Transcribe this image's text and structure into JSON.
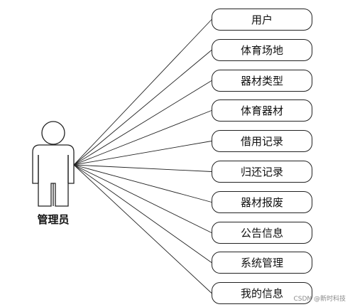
{
  "actor": {
    "label": "管理员"
  },
  "use_cases": [
    {
      "label": "用户"
    },
    {
      "label": "体育场地"
    },
    {
      "label": "器材类型"
    },
    {
      "label": "体育器材"
    },
    {
      "label": "借用记录"
    },
    {
      "label": "归还记录"
    },
    {
      "label": "器材报废"
    },
    {
      "label": "公告信息"
    },
    {
      "label": "系统管理"
    },
    {
      "label": "我的信息"
    }
  ],
  "watermark": "CSDN @新时科技",
  "colors": {
    "line": "#222222",
    "background": "#ffffff"
  }
}
